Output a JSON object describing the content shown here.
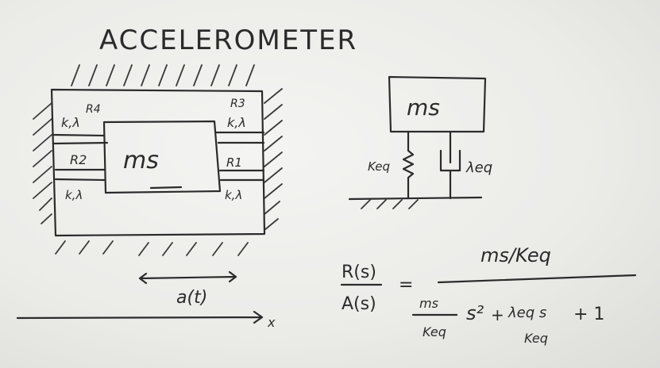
{
  "title": "ACCELEROMETER",
  "left_diagram": {
    "mass_label": "ms",
    "labels": {
      "r1": "R1",
      "r2": "R2",
      "r3": "R3",
      "r4": "R4",
      "k_lambda_top_left": "k,λ",
      "k_lambda_bottom_left": "k,λ",
      "k_lambda_top_right": "k,λ",
      "k_lambda_bottom_right": "k,λ"
    },
    "acceleration_label": "a(t)",
    "axis_label": "x"
  },
  "right_diagram": {
    "mass_label": "ms",
    "spring_label": "Keq",
    "damper_label": "λeq"
  },
  "equation": {
    "lhs_numerator": "R(s)",
    "lhs_denominator": "A(s)",
    "equals": "=",
    "rhs_numerator": "ms/Keq",
    "den_term1_num": "ms",
    "den_term1_den": "Keq",
    "s_squared": "s²",
    "plus1": "+",
    "den_term2_num": "λeq s",
    "den_term2_den": "Keq",
    "plus2": "+ 1"
  }
}
